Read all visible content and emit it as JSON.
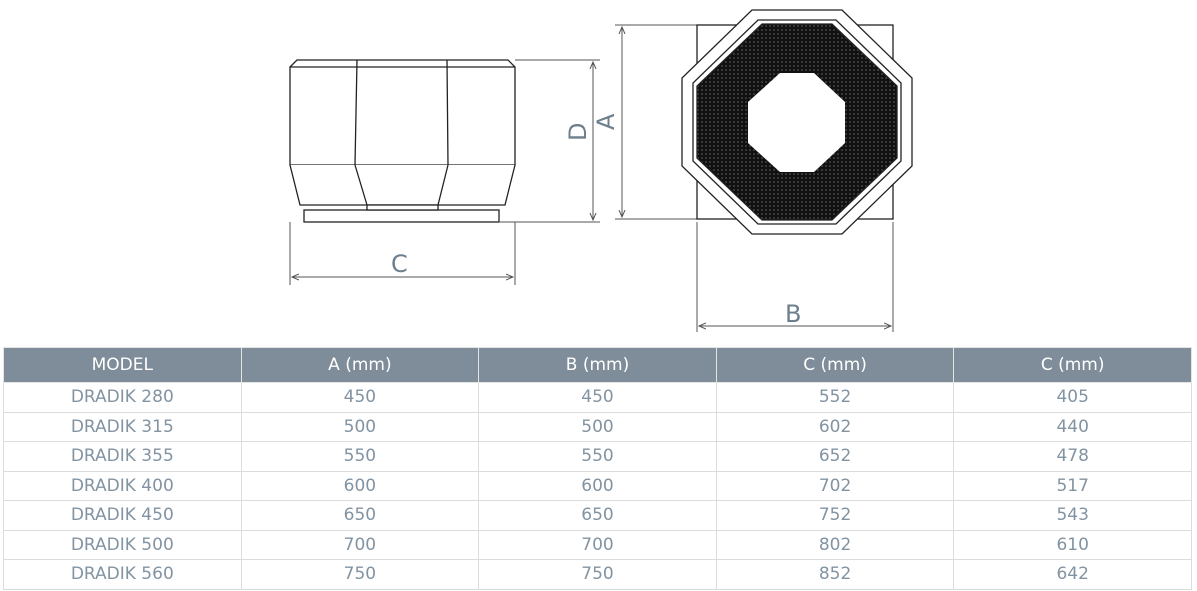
{
  "drawing": {
    "labels": {
      "side_width": "C",
      "side_height": "D",
      "top_height": "A",
      "top_width": "B"
    }
  },
  "table": {
    "headers": [
      "MODEL",
      "A (mm)",
      "B (mm)",
      "C (mm)",
      "C (mm)"
    ],
    "rows": [
      [
        "DRADIK 280",
        "450",
        "450",
        "552",
        "405"
      ],
      [
        "DRADIK 315",
        "500",
        "500",
        "602",
        "440"
      ],
      [
        "DRADIK 355",
        "550",
        "550",
        "652",
        "478"
      ],
      [
        "DRADIK 400",
        "600",
        "600",
        "702",
        "517"
      ],
      [
        "DRADIK 450",
        "650",
        "650",
        "752",
        "543"
      ],
      [
        "DRADIK 500",
        "700",
        "700",
        "802",
        "610"
      ],
      [
        "DRADIK 560",
        "750",
        "750",
        "852",
        "642"
      ]
    ]
  },
  "colors": {
    "header_bg": "#7e8d99",
    "text": "#8293a2"
  }
}
